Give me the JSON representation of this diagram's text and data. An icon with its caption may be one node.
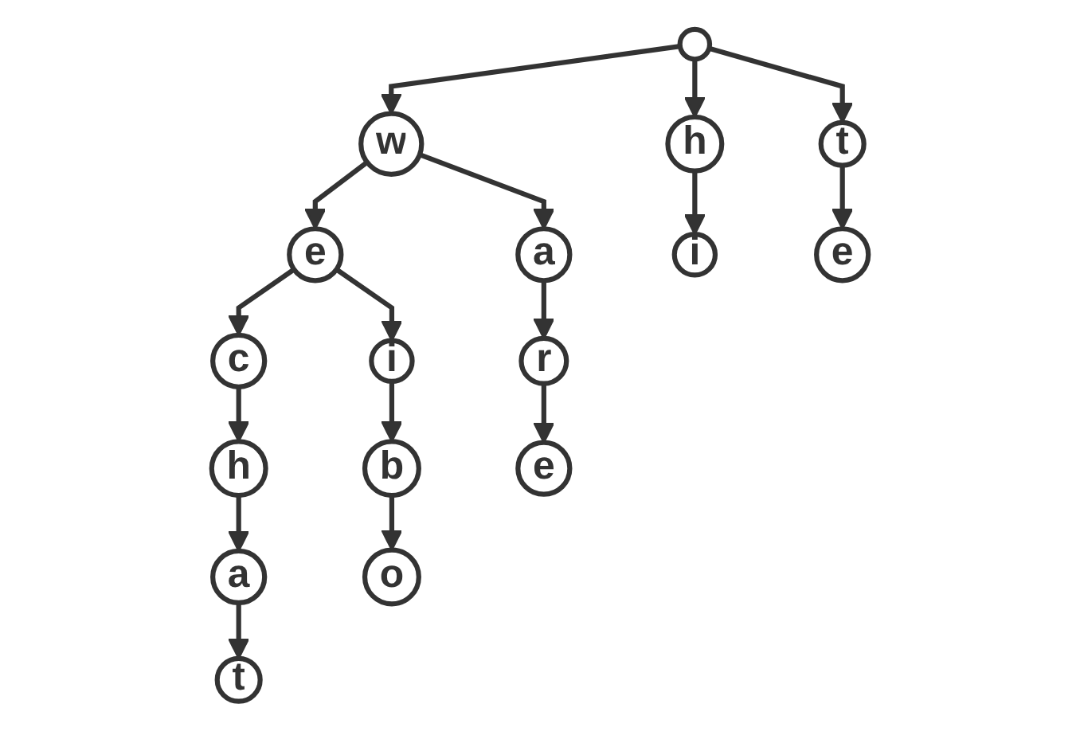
{
  "diagram": {
    "nodes": [
      {
        "text": [],
        "shape": "circle"
      },
      {
        "text": [
          "w"
        ]
      },
      {
        "text": [
          "h"
        ]
      },
      {
        "text": [
          "t"
        ]
      },
      {
        "text": [
          "e"
        ]
      },
      {
        "text": [
          "a"
        ]
      },
      {
        "text": [
          "i"
        ]
      },
      {
        "text": [
          "e"
        ]
      },
      {
        "text": [
          "c"
        ]
      },
      {
        "text": [
          "i"
        ]
      },
      {
        "text": [
          "r"
        ]
      },
      {
        "text": [
          "h"
        ]
      },
      {
        "text": [
          "b"
        ]
      },
      {
        "text": [
          "e"
        ]
      },
      {
        "text": [
          "a"
        ]
      },
      {
        "text": [
          "o"
        ]
      },
      {
        "text": [
          "t"
        ]
      }
    ],
    "edges": [
      {
        "from": 0,
        "to": 1,
        "arrow": "to"
      },
      {
        "from": 0,
        "to": 2,
        "arrow": "to"
      },
      {
        "from": 0,
        "to": 3,
        "arrow": "to"
      },
      {
        "from": 1,
        "to": 4,
        "arrow": "to"
      },
      {
        "from": 1,
        "to": 5,
        "arrow": "to"
      },
      {
        "from": 2,
        "to": 6,
        "arrow": "to"
      },
      {
        "from": 3,
        "to": 7,
        "arrow": "to"
      },
      {
        "from": 4,
        "to": 8,
        "arrow": "to"
      },
      {
        "from": 4,
        "to": 9,
        "arrow": "to"
      },
      {
        "from": 5,
        "to": 10,
        "arrow": "to"
      },
      {
        "from": 8,
        "to": 11,
        "arrow": "to"
      },
      {
        "from": 9,
        "to": 12,
        "arrow": "to"
      },
      {
        "from": 10,
        "to": 13,
        "arrow": "to"
      },
      {
        "from": 11,
        "to": 14,
        "arrow": "to"
      },
      {
        "from": 12,
        "to": 15,
        "arrow": "to"
      },
      {
        "from": 14,
        "to": 16,
        "arrow": "to"
      }
    ]
  }
}
